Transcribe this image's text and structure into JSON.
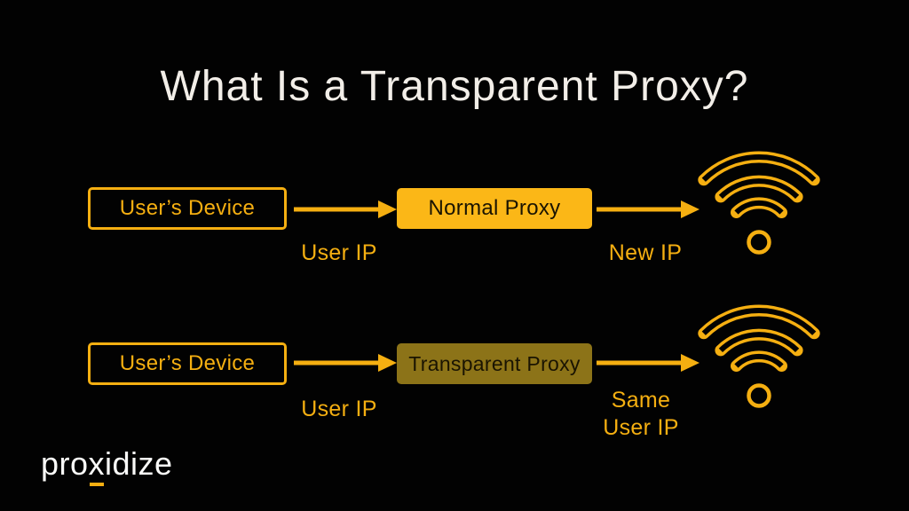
{
  "title": "What Is a Transparent Proxy?",
  "colors": {
    "background": "#020202",
    "amber": "#F5AF11",
    "normal_proxy_fill": "#FBB717",
    "transparent_proxy_fill": "#8C7318",
    "title_text": "#F2EEE8",
    "proxy_box_text": "#1A1402",
    "logo_text": "#FAFAF8"
  },
  "rows": [
    {
      "device_label": "User’s Device",
      "proxy_label": "Normal Proxy",
      "ip_in_label": "User IP",
      "ip_out_lines": [
        "New IP"
      ]
    },
    {
      "device_label": "User’s Device",
      "proxy_label": "Transparent Proxy",
      "ip_in_label": "User IP",
      "ip_out_lines": [
        "Same",
        "User IP"
      ]
    }
  ],
  "icons": {
    "arrow": "arrow-right-icon",
    "wifi": "wifi-icon"
  },
  "logo": {
    "part1": "pro",
    "part2": "x",
    "part3": "idize"
  }
}
